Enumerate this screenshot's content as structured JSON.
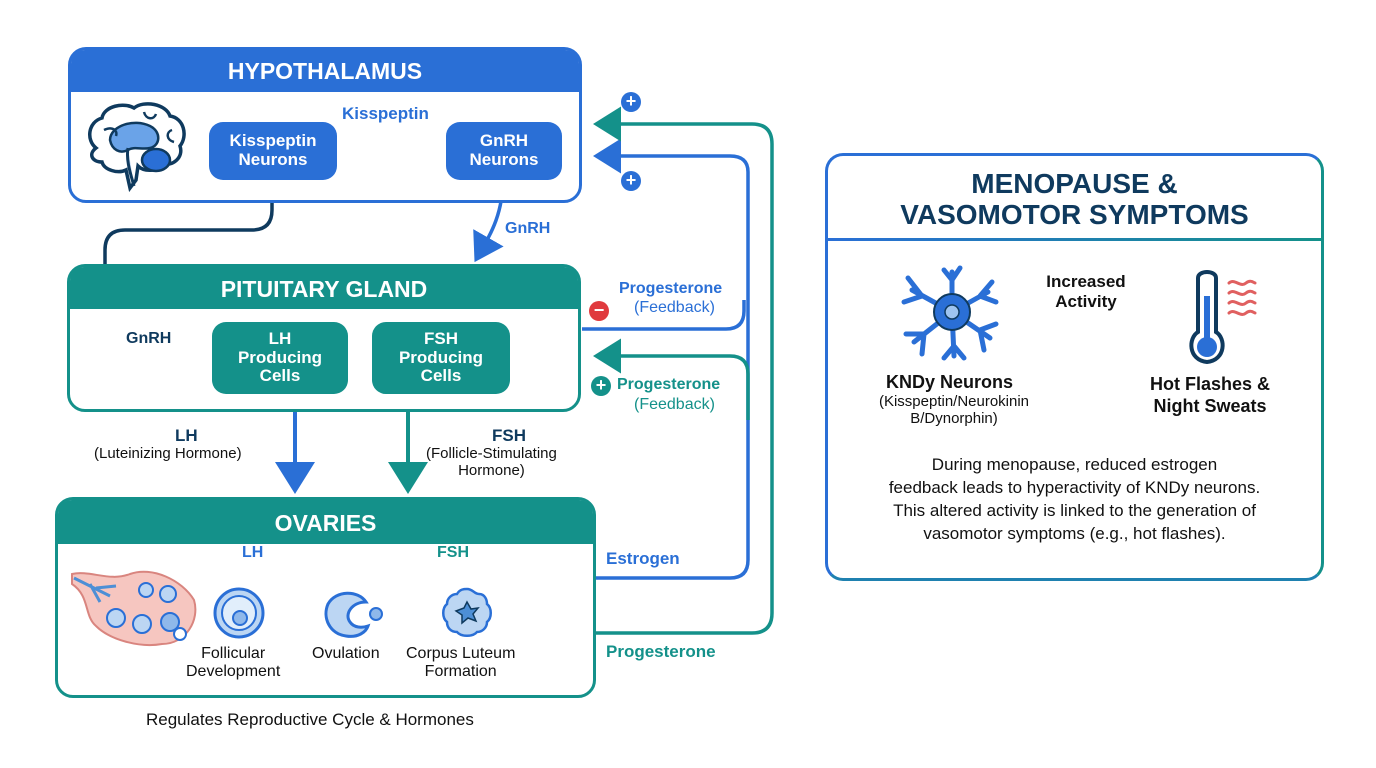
{
  "colors": {
    "blue": "#2a6fd6",
    "teal": "#14918a",
    "navy": "#0f3a5e",
    "red": "#e03a3e",
    "ovary_pink": "#f2b5b0"
  },
  "hypothalamus": {
    "title": "HYPOTHALAMUS",
    "kisspeptin_neurons": "Kisspeptin\nNeurons",
    "gnrh_neurons": "GnRH\nNeurons",
    "kisspeptin_label": "Kisspeptin",
    "gnrh_label": "GnRH"
  },
  "pituitary": {
    "title": "PITUITARY GLAND",
    "gnrh_label": "GnRH",
    "lh_cells": "LH\nProducing\nCells",
    "fsh_cells": "FSH\nProducing\nCells"
  },
  "hormones": {
    "lh_title": "LH",
    "lh_sub": "(Luteinizing Hormone)",
    "fsh_title": "FSH",
    "fsh_sub": "(Follicle-Stimulating\nHormone)"
  },
  "ovaries": {
    "title": "OVARIES",
    "lh_label": "LH",
    "fsh_label": "FSH",
    "stages": [
      "Follicular\nDevelopment",
      "Ovulation",
      "Corpus Luteum\nFormation"
    ],
    "estrogen_label": "Estrogen",
    "progesterone_label": "Progesterone",
    "caption": "Regulates Reproductive Cycle & Hormones"
  },
  "feedback": {
    "plus_symbol": "+",
    "minus_symbol": "−",
    "negative_title": "Progesterone",
    "negative_sub": "(Feedback)",
    "positive_title": "Progesterone",
    "positive_sub": "(Feedback)"
  },
  "menopause": {
    "title": "MENOPAUSE &\nVASOMOTOR SYMPTOMS",
    "kndy_title": "KNDy Neurons",
    "kndy_sub": "(Kisspeptin/Neurokinin\nB/Dynorphin)",
    "arrow_label": "Increased\nActivity",
    "symptoms": "Hot Flashes &\nNight Sweats",
    "description": "During menopause, reduced estrogen\nfeedback leads to hyperactivity of KNDy neurons.\nThis altered activity is linked to the generation of\nvasomotor symptoms (e.g., hot flashes)."
  }
}
